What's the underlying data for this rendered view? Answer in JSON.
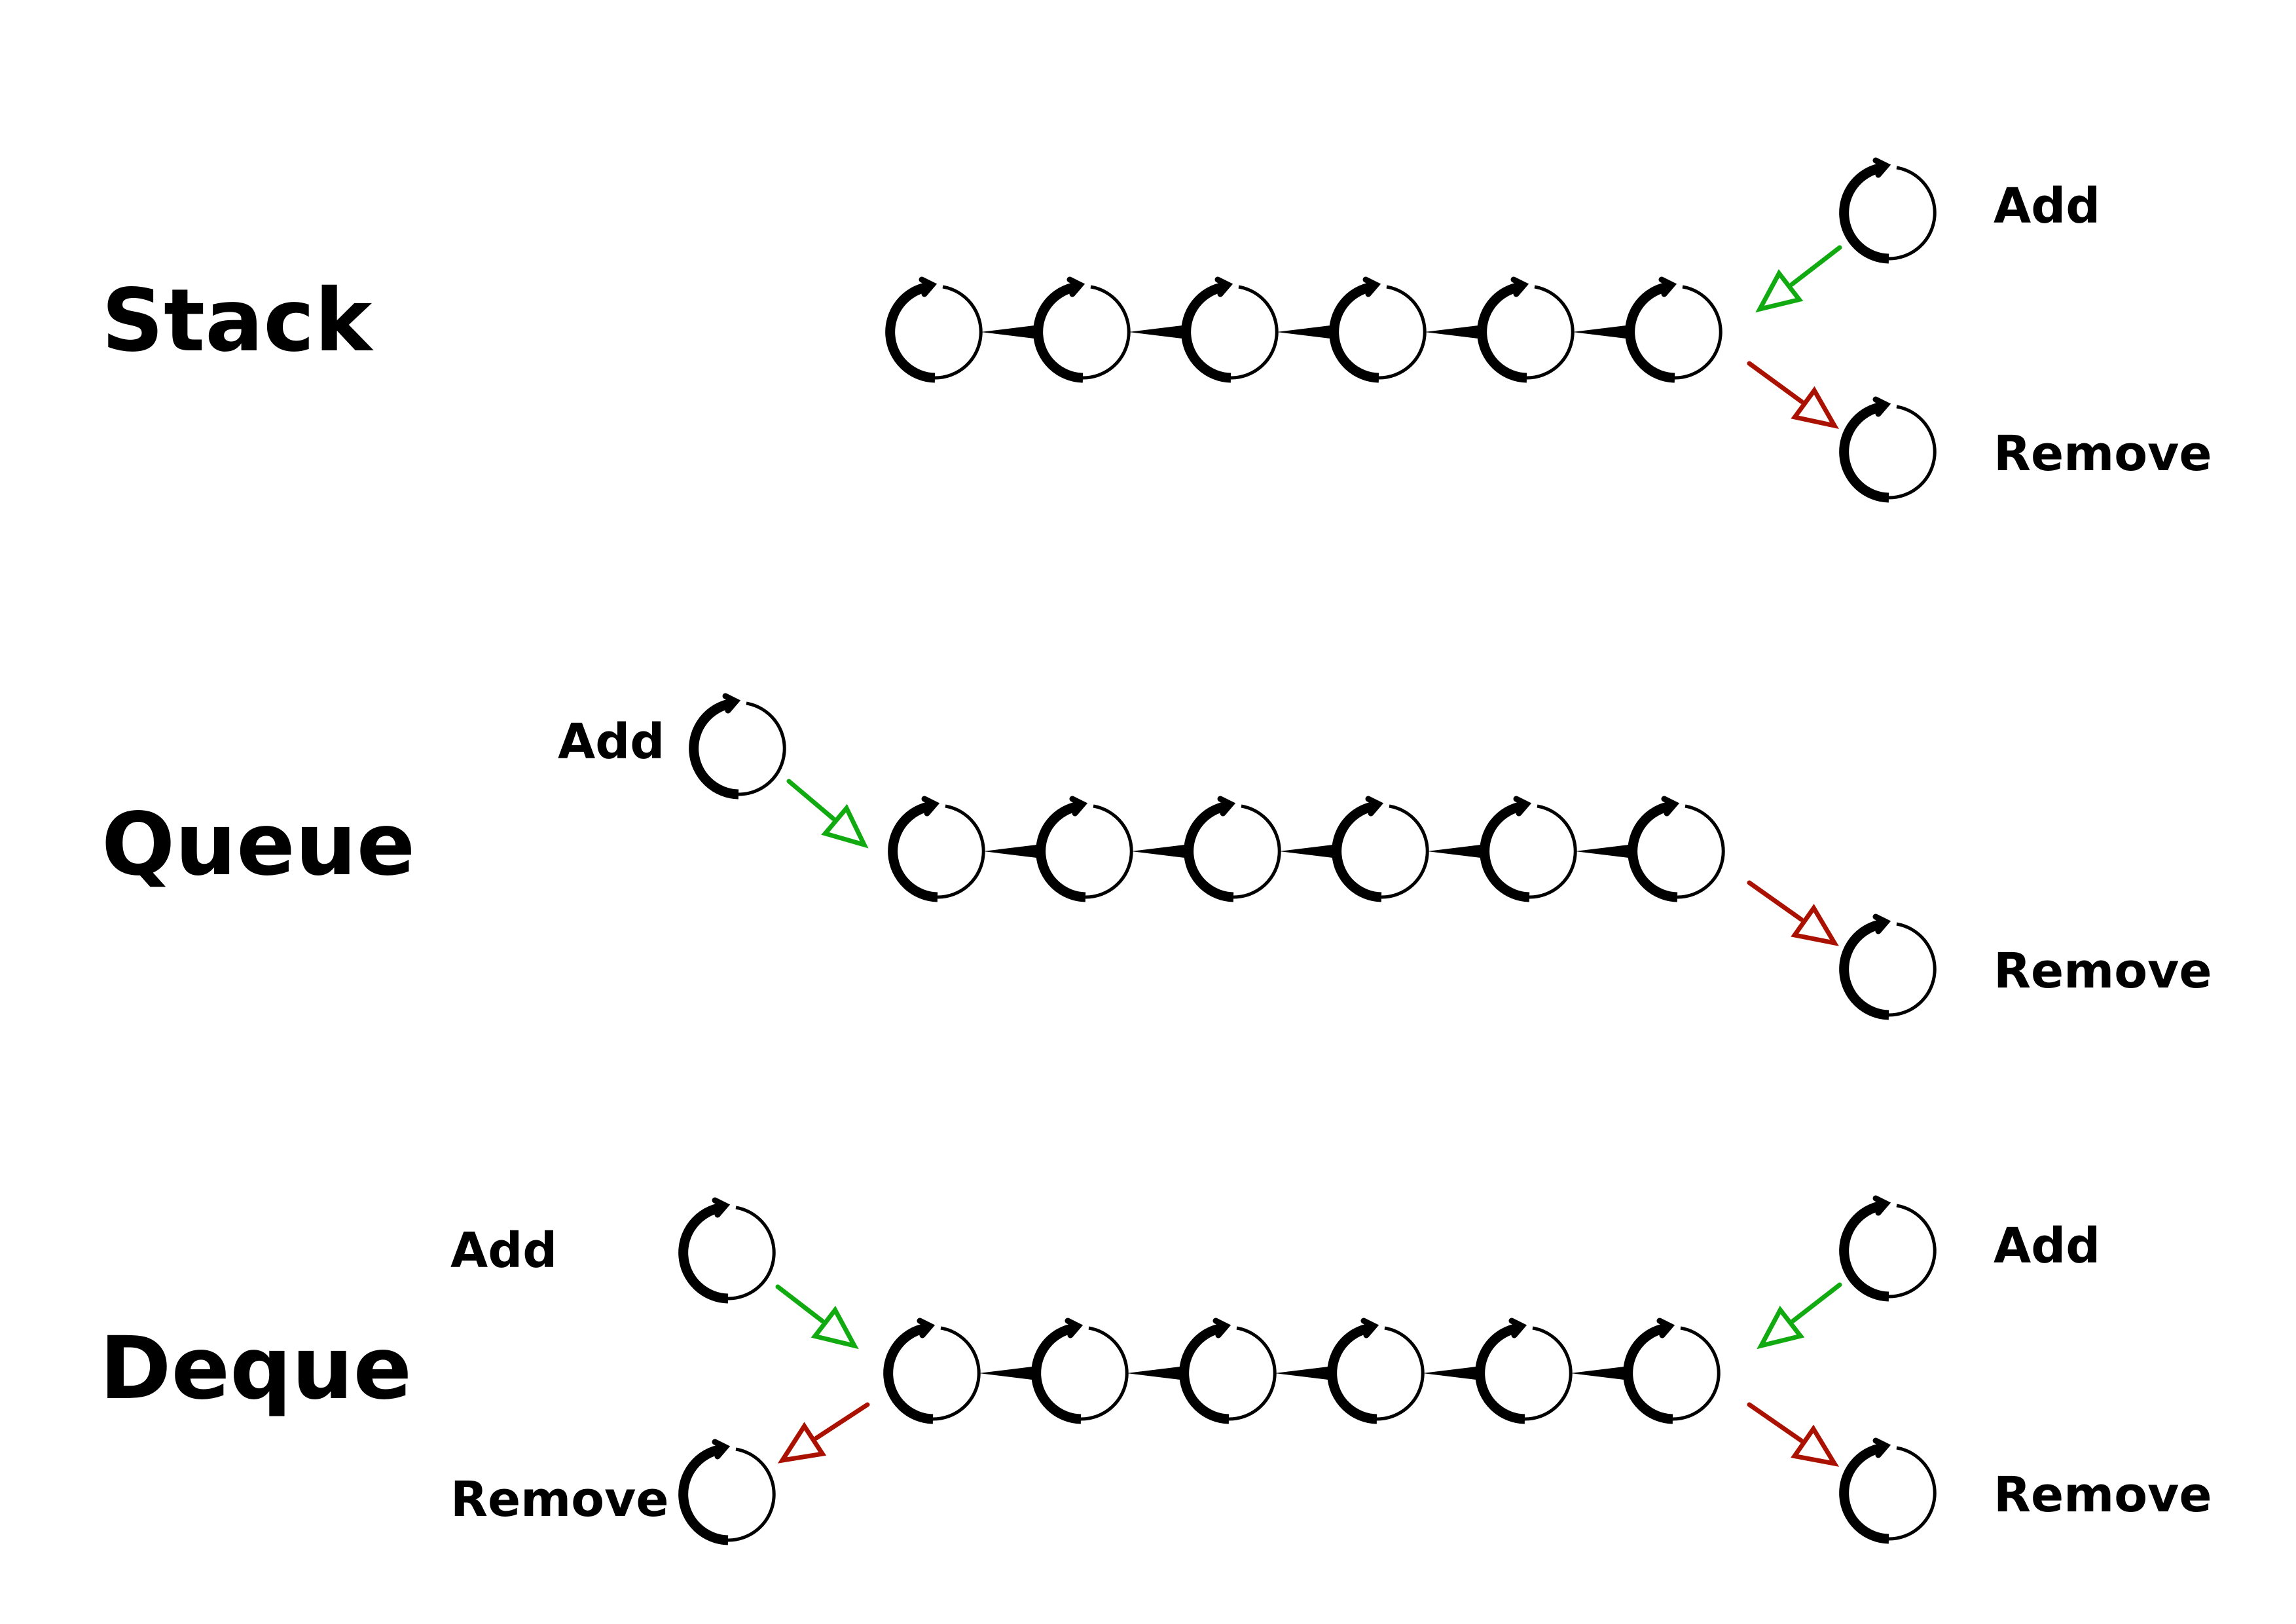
{
  "diagram": {
    "colors": {
      "add_arrow": "#11aa11",
      "remove_arrow": "#aa1100",
      "node": "#000000",
      "background": "#ffffff"
    },
    "sections": [
      {
        "id": "stack",
        "title": "Stack",
        "chain_length": 6,
        "operations": [
          {
            "id": "stack-add-right",
            "kind": "add",
            "label": "Add"
          },
          {
            "id": "stack-remove-right",
            "kind": "remove",
            "label": "Remove"
          }
        ]
      },
      {
        "id": "queue",
        "title": "Queue",
        "chain_length": 6,
        "operations": [
          {
            "id": "queue-add-left",
            "kind": "add",
            "label": "Add"
          },
          {
            "id": "queue-remove-right",
            "kind": "remove",
            "label": "Remove"
          }
        ]
      },
      {
        "id": "deque",
        "title": "Deque",
        "chain_length": 6,
        "operations": [
          {
            "id": "deque-add-left",
            "kind": "add",
            "label": "Add"
          },
          {
            "id": "deque-remove-left",
            "kind": "remove",
            "label": "Remove"
          },
          {
            "id": "deque-add-right",
            "kind": "add",
            "label": "Add"
          },
          {
            "id": "deque-remove-right",
            "kind": "remove",
            "label": "Remove"
          }
        ]
      }
    ]
  }
}
